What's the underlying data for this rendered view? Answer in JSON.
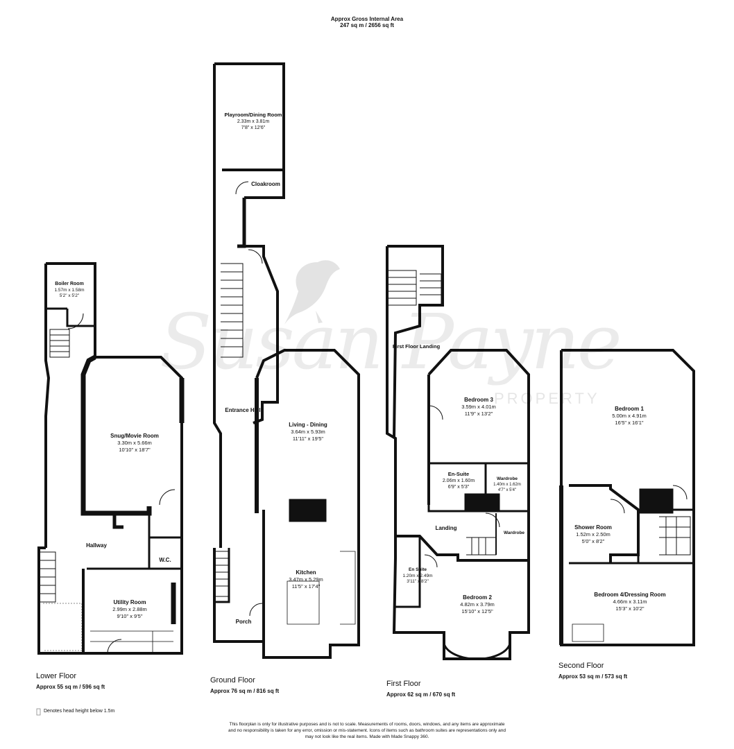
{
  "header": {
    "title": "Approx Gross Internal Area",
    "total_area": "247 sq m / 2656 sq ft"
  },
  "floors": [
    {
      "name": "Lower Floor",
      "area": "Approx 55 sq m / 596 sq ft"
    },
    {
      "name": "Ground Floor",
      "area": "Approx 76 sq m / 816 sq ft"
    },
    {
      "name": "First Floor",
      "area": "Approx 62 sq m / 670 sq ft"
    },
    {
      "name": "Second Floor",
      "area": "Approx 53 sq m / 573 sq ft"
    }
  ],
  "rooms": {
    "boiler_room": {
      "name": "Boiler Room",
      "metric": "1.57m x 1.58m",
      "imperial": "5'2\" x 5'2\""
    },
    "snug": {
      "name": "Snug/Movie Room",
      "metric": "3.30m x 5.66m",
      "imperial": "10'10\" x 18'7\""
    },
    "hallway": {
      "name": "Hallway"
    },
    "wc": {
      "name": "W.C."
    },
    "utility": {
      "name": "Utility Room",
      "metric": "2.99m x 2.88m",
      "imperial": "9'10\" x 9'5\""
    },
    "playroom": {
      "name": "Playroom/Dining Room",
      "metric": "2.33m x 3.81m",
      "imperial": "7'8\" x 12'6\""
    },
    "cloakroom": {
      "name": "Cloakroom"
    },
    "entrance_hall": {
      "name": "Entrance Hall"
    },
    "living_dining": {
      "name": "Living - Dining",
      "metric": "3.64m x 5.93m",
      "imperial": "11'11\" x 19'5\""
    },
    "kitchen": {
      "name": "Kitchen",
      "metric": "3.47m x 5.29m",
      "imperial": "11'5\" x 17'4\""
    },
    "porch": {
      "name": "Porch"
    },
    "first_floor_landing": {
      "name": "First Floor Landing"
    },
    "bedroom3": {
      "name": "Bedroom 3",
      "metric": "3.59m x 4.01m",
      "imperial": "11'9\" x 13'2\""
    },
    "ensuite_large": {
      "name": "En-Suite",
      "metric": "2.06m x 1.60m",
      "imperial": "6'9\" x 5'3\""
    },
    "wardrobe_a": {
      "name": "Wardrobe",
      "metric": "1.40m x 1.62m",
      "imperial": "4'7\" x 5'4\""
    },
    "landing": {
      "name": "Landing"
    },
    "wardrobe_b": {
      "name": "Wardrobe"
    },
    "ensuite_small": {
      "name": "En Suite",
      "metric": "1.20m x 2.49m",
      "imperial": "3'11\" x 8'2\""
    },
    "bedroom2": {
      "name": "Bedroom 2",
      "metric": "4.82m x 3.79m",
      "imperial": "15'10\" x 12'5\""
    },
    "bedroom1": {
      "name": "Bedroom 1",
      "metric": "5.00m x 4.91m",
      "imperial": "16'5\" x 16'1\""
    },
    "shower_room": {
      "name": "Shower Room",
      "metric": "1.52m x 2.50m",
      "imperial": "5'0\" x 8'2\""
    },
    "bedroom4": {
      "name": "Bedroom 4/Dressing Room",
      "metric": "4.66m x 3.11m",
      "imperial": "15'3\" x 10'2\""
    }
  },
  "legend": {
    "text": "Denotes head height below 1.5m"
  },
  "disclaimer": {
    "line1": "This floorplan is only for illustrative purposes and is not to scale. Measurements of rooms, doors, windows, and any items are approximate",
    "line2": "and no responsibility is taken for any error, omission or mis-statement. Icons of items such as bathroom suites are representations only and",
    "line3": "may not look like the real items. Made with Made Snappy 360."
  },
  "watermark": {
    "script": "Susan Payne",
    "word": "PROPERTY"
  },
  "colors": {
    "wall": "#111111",
    "watermark": "#cfcfcf"
  }
}
